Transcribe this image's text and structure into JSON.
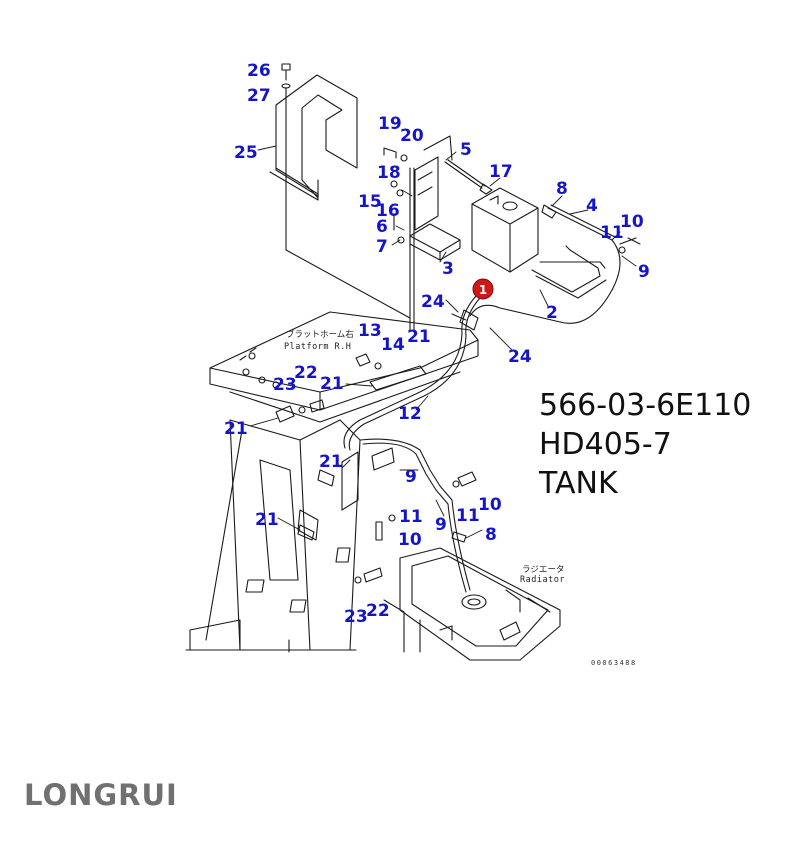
{
  "info": {
    "part_number": "566-03-6E110",
    "model": "HD405-7",
    "name": "TANK"
  },
  "labels": {
    "platform_jp": "ブラットホーム右",
    "platform_en": "Platform R.H",
    "radiator_jp": "ラジエータ",
    "radiator_en": "Radiator",
    "drawing_number": "00063488",
    "highlight_marker": "1"
  },
  "logo": {
    "text": "LONGRUI",
    "color": "#707070"
  },
  "colors": {
    "callout": "#1515c8",
    "highlight": "#d01818",
    "line": "#1a1a1a"
  },
  "callouts": [
    {
      "id": "c26",
      "text": "26"
    },
    {
      "id": "c27",
      "text": "27"
    },
    {
      "id": "c25",
      "text": "25"
    },
    {
      "id": "c19",
      "text": "19"
    },
    {
      "id": "c20",
      "text": "20"
    },
    {
      "id": "c5",
      "text": "5"
    },
    {
      "id": "c17",
      "text": "17"
    },
    {
      "id": "c8a",
      "text": "8"
    },
    {
      "id": "c4",
      "text": "4"
    },
    {
      "id": "c18",
      "text": "18"
    },
    {
      "id": "c15",
      "text": "15"
    },
    {
      "id": "c16",
      "text": "16"
    },
    {
      "id": "c6",
      "text": "6"
    },
    {
      "id": "c7",
      "text": "7"
    },
    {
      "id": "c3",
      "text": "3"
    },
    {
      "id": "c10a",
      "text": "10"
    },
    {
      "id": "c11a",
      "text": "11"
    },
    {
      "id": "c9a",
      "text": "9"
    },
    {
      "id": "c24a",
      "text": "24"
    },
    {
      "id": "c2",
      "text": "2"
    },
    {
      "id": "c13",
      "text": "13"
    },
    {
      "id": "c21a",
      "text": "21"
    },
    {
      "id": "c14",
      "text": "14"
    },
    {
      "id": "c24b",
      "text": "24"
    },
    {
      "id": "c22a",
      "text": "22"
    },
    {
      "id": "c23a",
      "text": "23"
    },
    {
      "id": "c21b",
      "text": "21"
    },
    {
      "id": "c12",
      "text": "12"
    },
    {
      "id": "c21c",
      "text": "21"
    },
    {
      "id": "c21d",
      "text": "21"
    },
    {
      "id": "c9b",
      "text": "9"
    },
    {
      "id": "c10b",
      "text": "10"
    },
    {
      "id": "c11b",
      "text": "11"
    },
    {
      "id": "c9c",
      "text": "9"
    },
    {
      "id": "c11c",
      "text": "11"
    },
    {
      "id": "c8b",
      "text": "8"
    },
    {
      "id": "c10c",
      "text": "10"
    },
    {
      "id": "c21e",
      "text": "21"
    },
    {
      "id": "c23b",
      "text": "23"
    },
    {
      "id": "c22b",
      "text": "22"
    }
  ]
}
